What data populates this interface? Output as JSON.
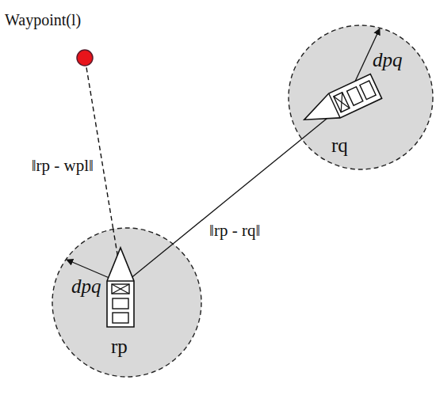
{
  "diagram": {
    "nodes": [
      {
        "text": [
          "Waypoint(l)"
        ]
      },
      {
        "text": [
          "dpq",
          "rq"
        ]
      },
      {
        "text": [
          "dpq",
          "rp"
        ]
      }
    ],
    "edges": [
      {
        "from": 2,
        "to": 0,
        "label": "‖rp - wpl‖",
        "arrow": "none"
      },
      {
        "from": 2,
        "to": 1,
        "label": "‖rp - rq‖",
        "arrow": "none"
      }
    ]
  }
}
